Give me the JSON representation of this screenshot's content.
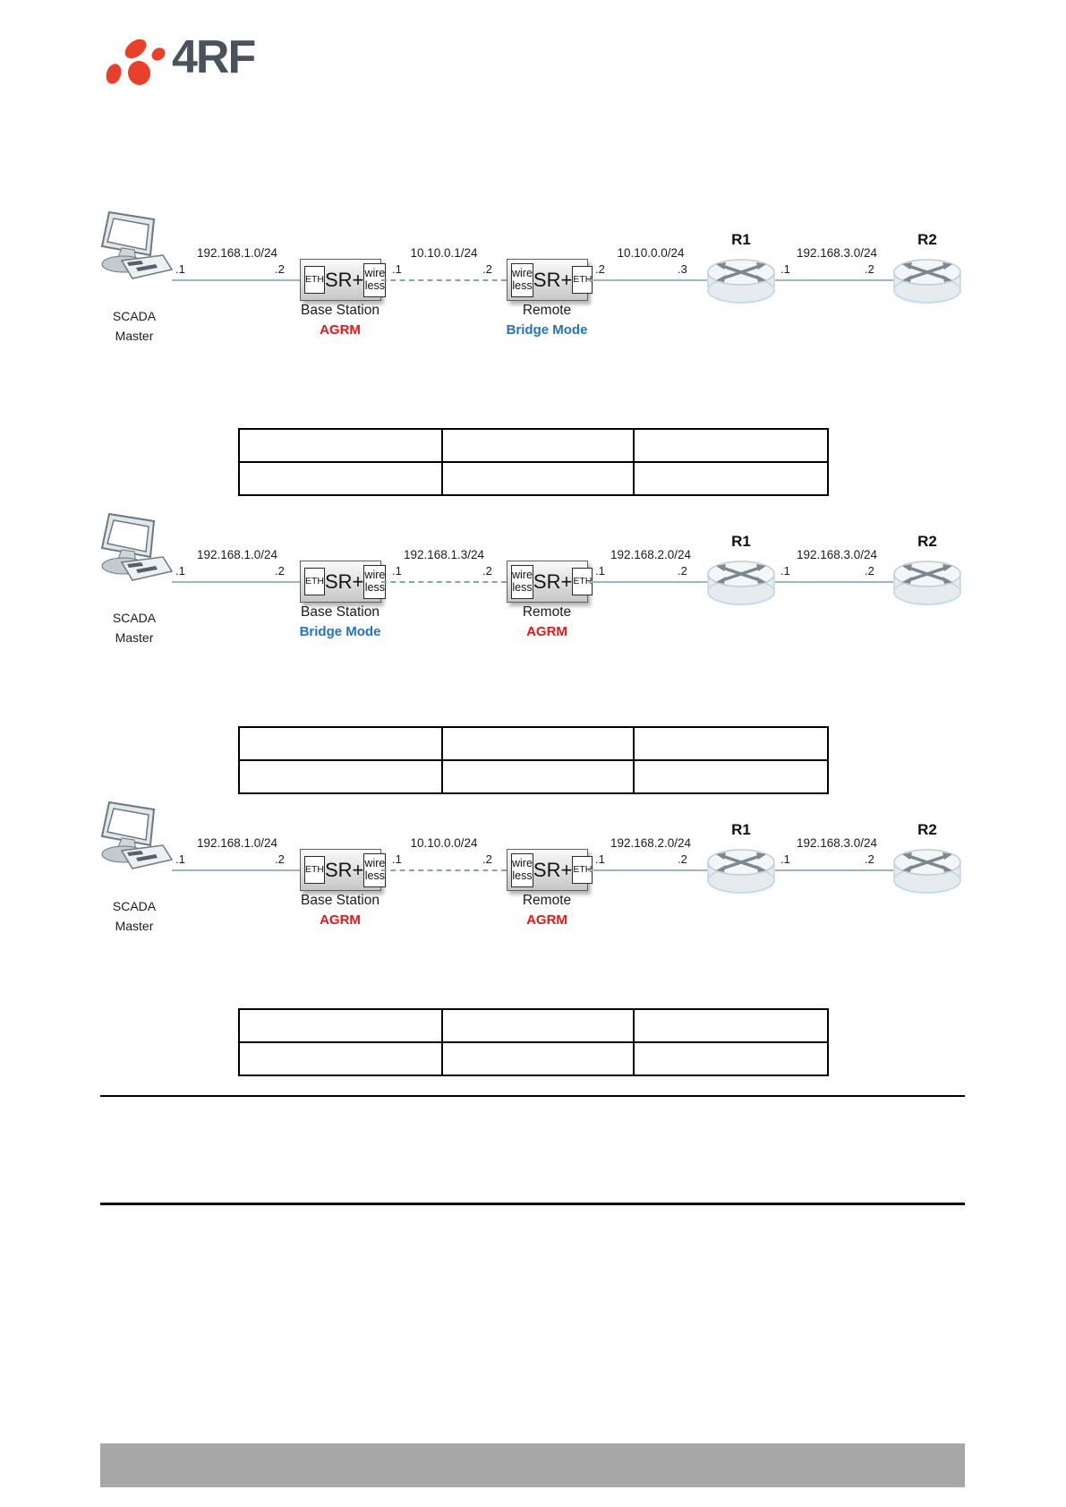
{
  "logo": {
    "text": "4RF"
  },
  "device": {
    "eth": "ETH",
    "product": "SR+",
    "wireless_line1": "wire",
    "wireless_line2": "less"
  },
  "colors": {
    "agrm_mode": "#e01a1a",
    "bridge_mode": "#2473be",
    "ethernet_link": "#9db5c8",
    "radio_link": "#7fa3c4",
    "footer_bar": "#a7a7a7",
    "logo_dots": "#e8402a",
    "logo_text": "#4a535c"
  },
  "diagrams": [
    {
      "scada": {
        "line1": "SCADA",
        "line2": "Master"
      },
      "segments": [
        {
          "subnet": "192.168.1.0/24",
          "left": ".1",
          "right": ".2"
        },
        {
          "subnet": "10.10.0.1/24",
          "left": ".1",
          "right": ".2"
        },
        {
          "subnet": "10.10.0.0/24",
          "left": ".2",
          "right": ".3"
        },
        {
          "subnet": "192.168.3.0/24",
          "left": ".1",
          "right": ".2"
        }
      ],
      "base_station": {
        "label": "Base Station",
        "mode": "AGRM"
      },
      "remote": {
        "label": "Remote",
        "mode": "Bridge Mode"
      },
      "routers": [
        {
          "name": "R1"
        },
        {
          "name": "R2"
        }
      ]
    },
    {
      "scada": {
        "line1": "SCADA",
        "line2": "Master"
      },
      "segments": [
        {
          "subnet": "192.168.1.0/24",
          "left": ".1",
          "right": ".2"
        },
        {
          "subnet": "192.168.1.3/24",
          "left": ".1",
          "right": ".2"
        },
        {
          "subnet": "192.168.2.0/24",
          "left": ".1",
          "right": ".2"
        },
        {
          "subnet": "192.168.3.0/24",
          "left": ".1",
          "right": ".2"
        }
      ],
      "base_station": {
        "label": "Base Station",
        "mode": "Bridge Mode"
      },
      "remote": {
        "label": "Remote",
        "mode": "AGRM"
      },
      "routers": [
        {
          "name": "R1"
        },
        {
          "name": "R2"
        }
      ]
    },
    {
      "scada": {
        "line1": "SCADA",
        "line2": "Master"
      },
      "segments": [
        {
          "subnet": "192.168.1.0/24",
          "left": ".1",
          "right": ".2"
        },
        {
          "subnet": "10.10.0.0/24",
          "left": ".1",
          "right": ".2"
        },
        {
          "subnet": "192.168.2.0/24",
          "left": ".1",
          "right": ".2"
        },
        {
          "subnet": "192.168.3.0/24",
          "left": ".1",
          "right": ".2"
        }
      ],
      "base_station": {
        "label": "Base Station",
        "mode": "AGRM"
      },
      "remote": {
        "label": "Remote",
        "mode": "AGRM"
      },
      "routers": [
        {
          "name": "R1"
        },
        {
          "name": "R2"
        }
      ]
    }
  ],
  "tables": [
    {
      "rows": [
        [
          "",
          "",
          ""
        ],
        [
          "",
          "",
          ""
        ]
      ]
    },
    {
      "rows": [
        [
          "",
          "",
          ""
        ],
        [
          "",
          "",
          ""
        ]
      ]
    },
    {
      "rows": [
        [
          "",
          "",
          ""
        ],
        [
          "",
          "",
          ""
        ]
      ]
    }
  ]
}
